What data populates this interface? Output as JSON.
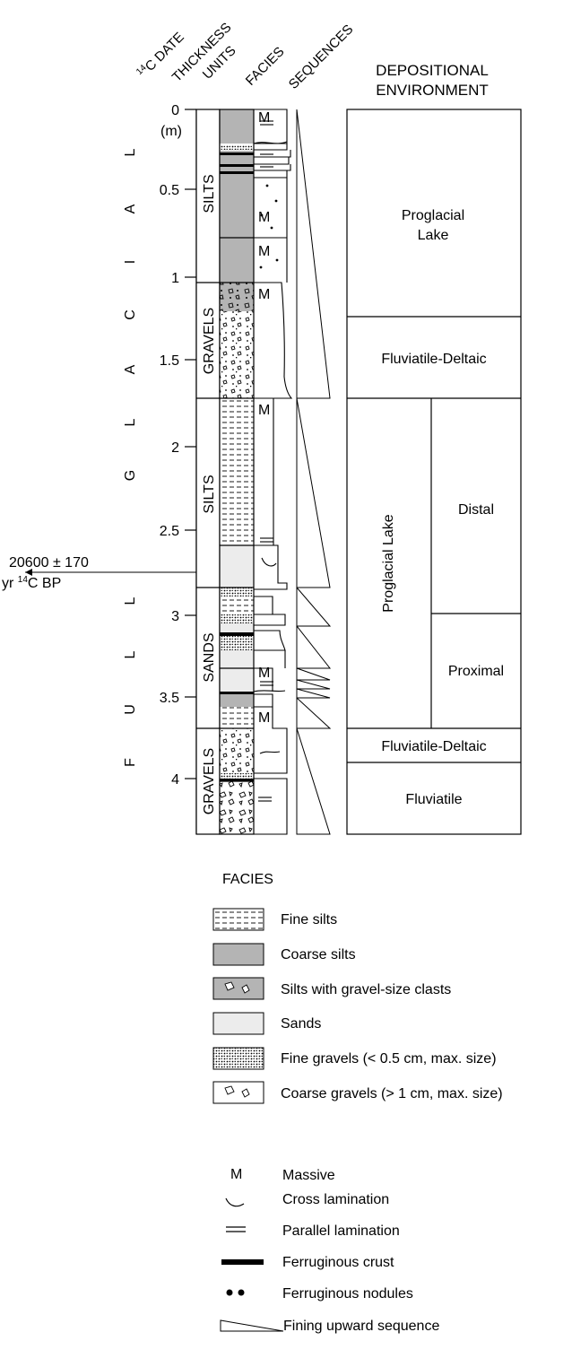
{
  "column_headers": {
    "date": "14C DATE",
    "date_sup": "14",
    "date_rest": "C DATE",
    "thickness": "THICKNESS",
    "units": "UNITS",
    "facies": "FACIES",
    "sequences": "SEQUENCES",
    "depositional_environment_line1": "DEPOSITIONAL",
    "depositional_environment_line2": "ENVIRONMENT"
  },
  "scale_unit": "(m)",
  "scale_ticks": [
    "0",
    "0.5",
    "1",
    "1.5",
    "2",
    "2.5",
    "3",
    "3.5",
    "4"
  ],
  "period_vertical_letters": [
    "L",
    "A",
    "I",
    "C",
    "A",
    "L",
    "G",
    "L",
    "L",
    "U",
    "F"
  ],
  "radiocarbon": {
    "line1": "20600 ± 170",
    "line2_prefix": "yr ",
    "line2_sup": "14",
    "line2_suffix": "C BP",
    "depth_m": 2.8
  },
  "units": [
    {
      "name": "SILTS",
      "top_m": 0,
      "bottom_m": 1.05
    },
    {
      "name": "GRAVELS",
      "top_m": 1.05,
      "bottom_m": 1.75
    },
    {
      "name": "SILTS",
      "top_m": 1.75,
      "bottom_m": 2.85
    },
    {
      "name": "SANDS",
      "top_m": 2.85,
      "bottom_m": 3.7
    },
    {
      "name": "GRAVELS",
      "top_m": 3.7,
      "bottom_m": 4.4
    }
  ],
  "facies_markers": {
    "massive": "M"
  },
  "environments": {
    "proglacial_lake_top": "Proglacial\nLake",
    "proglacial_lake_top_l1": "Proglacial",
    "proglacial_lake_top_l2": "Lake",
    "fluviatile_deltaic_upper": "Fluviatile-Deltaic",
    "proglacial_lake_lower": "Proglacial  Lake",
    "distal": "Distal",
    "proximal": "Proximal",
    "fluviatile_deltaic_lower": "Fluviatile-Deltaic",
    "fluviatile": "Fluviatile"
  },
  "legend_facies": {
    "title": "FACIES",
    "items": [
      "Fine silts",
      "Coarse silts",
      "Silts with gravel-size clasts",
      "Sands",
      "Fine gravels (< 0.5 cm, max. size)",
      "Coarse gravels (> 1 cm, max. size)"
    ]
  },
  "legend_symbols": {
    "massive_symbol": "M",
    "items": [
      "Massive",
      "Cross lamination",
      "Parallel lamination",
      "Ferruginous crust",
      "Ferruginous nodules",
      "Fining upward sequence"
    ]
  },
  "colors": {
    "coarse_silt": "#b4b4b4",
    "sand": "#ececec",
    "line": "#000000"
  }
}
